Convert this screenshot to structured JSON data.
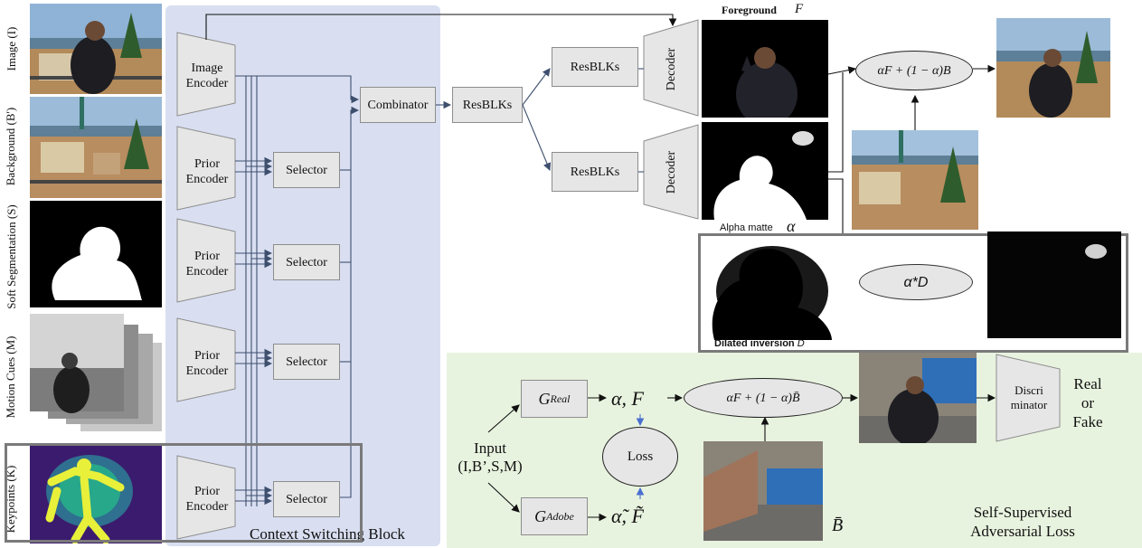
{
  "colors": {
    "context_block_bg": "#d9dff1",
    "adversarial_bg": "#e8f3df",
    "node_fill": "#e6e6e6",
    "arrow": "#3e4f6e"
  },
  "inputs": {
    "image_label": "Image (I)",
    "background_label": "Background (B')",
    "soft_seg_label": "Soft Segmentation (S)",
    "motion_label": "Motion Cues (M)",
    "keypoints_label": "Keypoints (K)"
  },
  "encoders": {
    "image_encoder": "Image Encoder",
    "prior_encoder": "Prior Encoder"
  },
  "selector_label": "Selector",
  "combinator_label": "Combinator",
  "resblks_label": "ResBLKs",
  "decoder_label": "Decoder",
  "context_block_label": "Context Switching Block",
  "outputs": {
    "foreground_label": "Foreground",
    "foreground_symbol": "F",
    "alpha_label": "Alpha matte",
    "alpha_symbol": "α",
    "composite_formula": "αF + (1 − α)B",
    "dilated_formula": "α*D",
    "dilated_label": "Dilated inversion",
    "dilated_symbol": "D"
  },
  "adversarial": {
    "g_real": "G",
    "g_real_sub": "Real",
    "g_adobe": "G",
    "g_adobe_sub": "Adobe",
    "real_outputs": "α,  F",
    "adobe_outputs": "α̃,  F̃",
    "input_line1": "Input",
    "input_line2": "(I,B’,S,M)",
    "loss_label": "Loss",
    "composite_formula": "αF + (1 − α)B̄",
    "bbar_symbol": "B̄",
    "discriminator_line1": "Discri",
    "discriminator_line2": "minator",
    "result_line1": "Real",
    "result_line2": "or",
    "result_line3": "Fake",
    "title_line1": "Self-Supervised",
    "title_line2": "Adversarial Loss"
  }
}
